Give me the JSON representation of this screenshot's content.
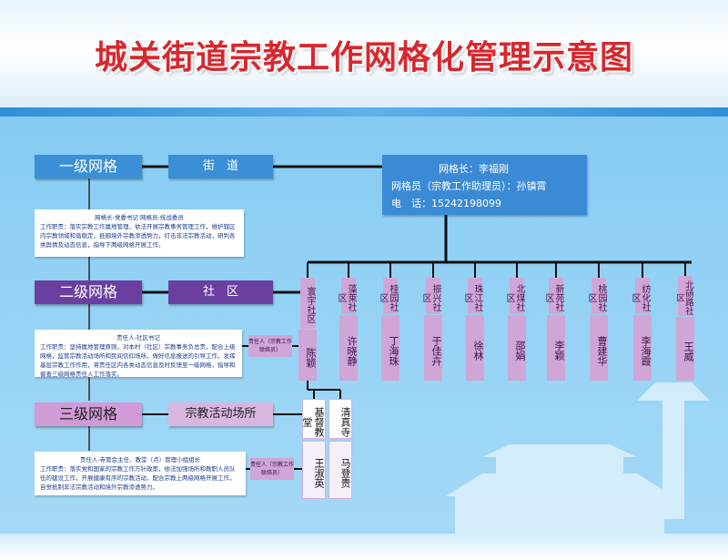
{
  "title": "城关街道宗教工作网格化管理示意图",
  "level1": {
    "label": "一级网格",
    "unit": "街　道",
    "leader_box": {
      "line1": "网格长：李福刚",
      "line2": "网格员（宗教工作助理员）：孙镇霄",
      "line3": "电　话：15242198099"
    },
    "desc_title": "网格长-党委书记  网格员-统战委员",
    "desc_body": "工作职责：落实宗教工作属地管理，依法开展宗教事务管理工作，维护辖区内宗教领域和谐稳定，抵御境外宗教渗透势力，打击非法宗教活动，研判各类舆情及动态信息，指导下两级网格开展工作。"
  },
  "level2": {
    "label": "二级网格",
    "unit": "社　区",
    "desc_title": "责任人-社区书记",
    "desc_body": "工作职责：坚持属地管理原则，对本村（社区）宗教事务负总责，配合上级网格，监管宗教活动场所和民间信仰场所，做好信息报送的引导工作，发挥基层宗教工作作用，将责任区内各类动态信息及时反馈至一级网格，指导和督查三级网格责任人工作落实。",
    "resp_label": "责任人（宗教工作联络员）",
    "communities": [
      {
        "name": "寰宇社区",
        "person": "陈颖"
      },
      {
        "name": "藻萊社区",
        "person": "许晓静"
      },
      {
        "name": "桂园社区",
        "person": "丁海珠"
      },
      {
        "name": "振兴社区",
        "person": "于佳卉"
      },
      {
        "name": "珠江社区",
        "person": "徐林"
      },
      {
        "name": "北煤社区",
        "person": "邵娟"
      },
      {
        "name": "新苑社区",
        "person": "李颖"
      },
      {
        "name": "桃园社区",
        "person": "曹建华"
      },
      {
        "name": "纺化社区",
        "person": "李海霞"
      },
      {
        "name": "北砀路社区",
        "person": "王威"
      }
    ]
  },
  "level3": {
    "label": "三级网格",
    "unit": "宗教活动场所",
    "desc_title": "责任人-寺管会主任、教堂（点）管理小组组长",
    "desc_body": "工作职责：落实党和国家的宗教工作方针政策，依法加强场所和教职人员队伍的建设工作，开展健康有序的宗教活动，配合宗教上两级网格开展工作，自觉抵制非法宗教活动和境外宗教渗透势力。",
    "resp_label": "责任人（宗教工作联络员）",
    "places": [
      {
        "name": "基督教堂",
        "person": "王淑英"
      },
      {
        "name": "清真寺",
        "person": "马登贵"
      }
    ]
  },
  "colors": {
    "level1": "#3a8fd6",
    "level2": "#6b3fa0",
    "level3": "#d39ad8",
    "unit_box": "#6b3fa0",
    "leader_box": "#3b8ad6",
    "title_red": "#d7282f"
  }
}
